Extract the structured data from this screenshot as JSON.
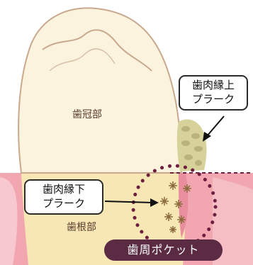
{
  "labels": {
    "crown": "歯冠部",
    "root": "歯根部"
  },
  "callouts": {
    "supragingival": {
      "line1": "歯肉縁上",
      "line2": "プラーク"
    },
    "subgingival": {
      "line1": "歯肉縁下",
      "line2": "プラーク"
    }
  },
  "pocket_label": "歯周ポケット",
  "colors": {
    "crown_fill": "#fbf3de",
    "root_fill": "#f7e7b5",
    "gum_fill": "#f2a7b0",
    "gum_light": "#f7c8cf",
    "plaque_fill": "#d7d19a",
    "pocket_dots": "#6e1e3e",
    "pocket_badge": "#5b2a43"
  }
}
